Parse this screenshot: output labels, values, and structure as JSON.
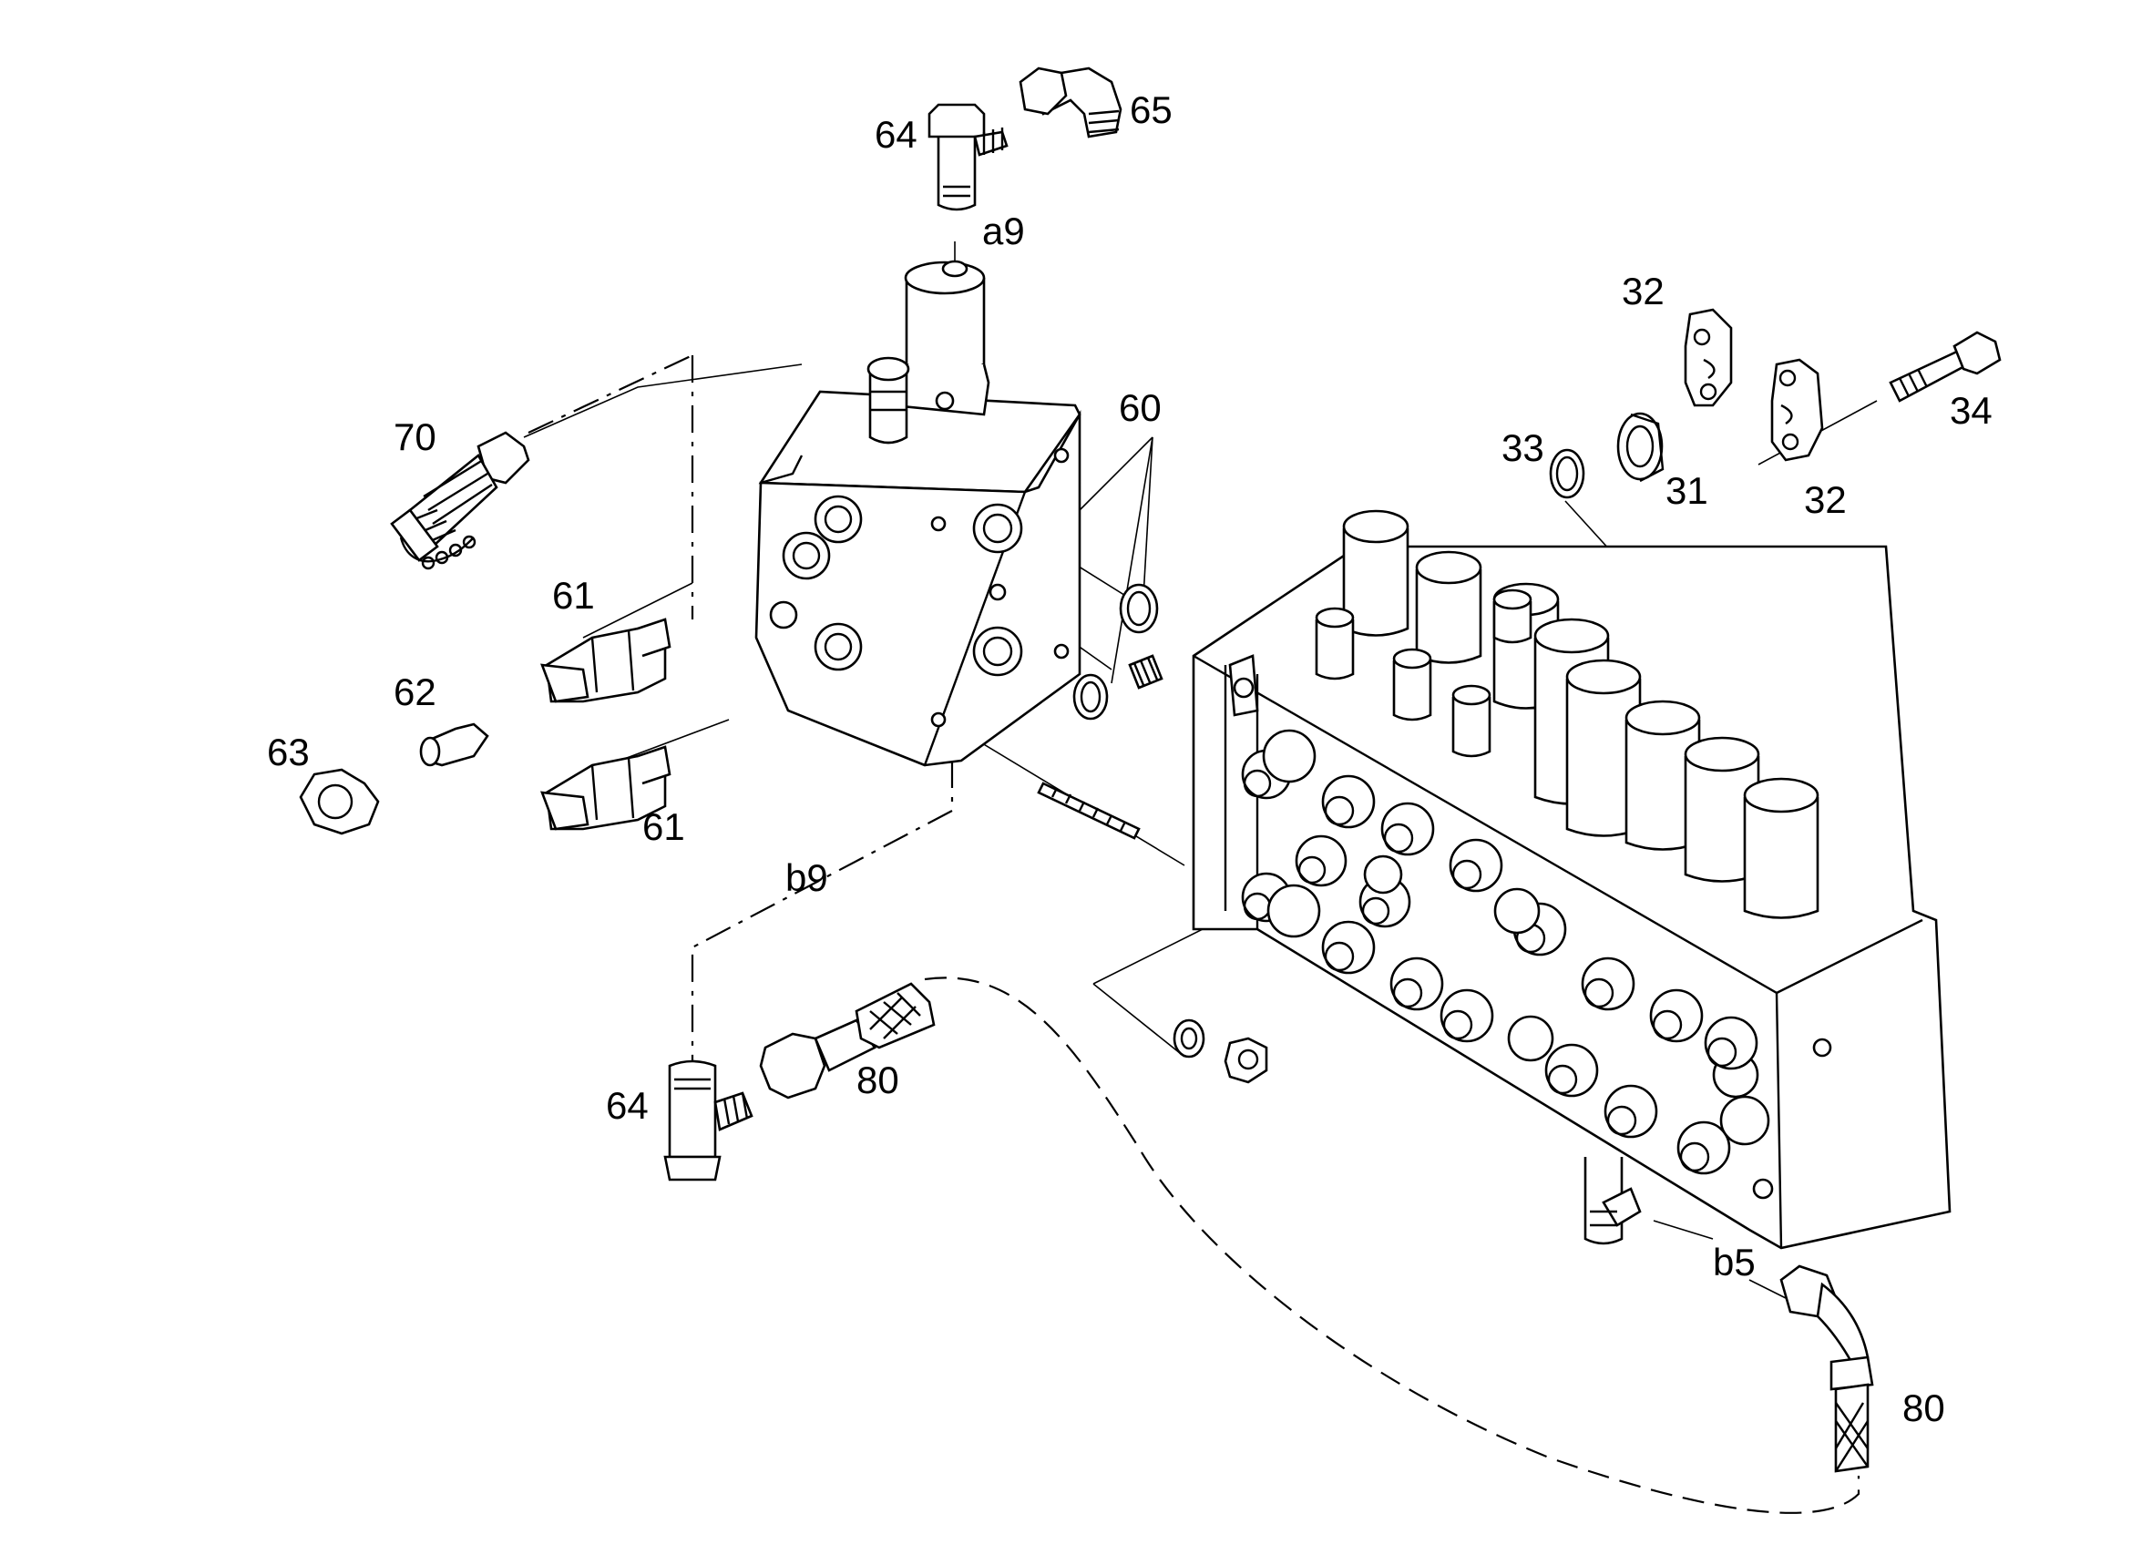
{
  "diagram": {
    "callouts": {
      "c64_top": "64",
      "c65": "65",
      "a9": "a9",
      "c70": "70",
      "c60": "60",
      "c61_upper": "61",
      "c61_lower": "61",
      "c62": "62",
      "c63": "63",
      "b9": "b9",
      "c64_bottom": "64",
      "c80_left": "80",
      "c32_top": "32",
      "c32_bottom": "32",
      "c33": "33",
      "c31": "31",
      "c34": "34",
      "b5": "b5",
      "c80_right": "80"
    }
  }
}
